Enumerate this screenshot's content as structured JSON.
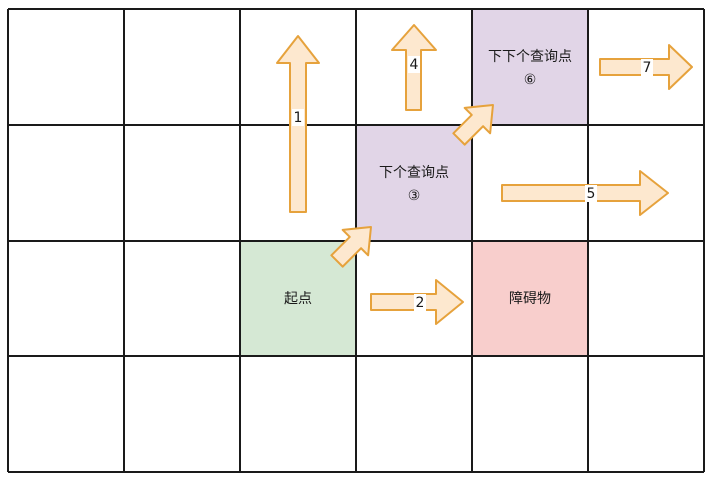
{
  "colors": {
    "start": "#d5e8d4",
    "start_border": "#82b366",
    "query": "#e1d5e7",
    "query_border": "#9673a6",
    "obstacle": "#f8cecc",
    "obstacle_border": "#b85450",
    "arrow_fill": "#fde8cf",
    "arrow_stroke": "#e6a23c"
  },
  "cells": {
    "start": {
      "label": "起点"
    },
    "next_query": {
      "label": "下个查询点",
      "marker": "③"
    },
    "next_next_query": {
      "label": "下下个查询点",
      "marker": "⑥"
    },
    "obstacle": {
      "label": "障碍物"
    }
  },
  "arrows": [
    {
      "label": "1",
      "icon": "arrow-up"
    },
    {
      "label": "2",
      "icon": "arrow-right"
    },
    {
      "label": "4",
      "icon": "arrow-up"
    },
    {
      "label": "5",
      "icon": "arrow-right"
    },
    {
      "label": "7",
      "icon": "arrow-right"
    },
    {
      "label": "",
      "icon": "arrow-diagonal-up-right"
    },
    {
      "label": "",
      "icon": "arrow-diagonal-up-right"
    }
  ]
}
